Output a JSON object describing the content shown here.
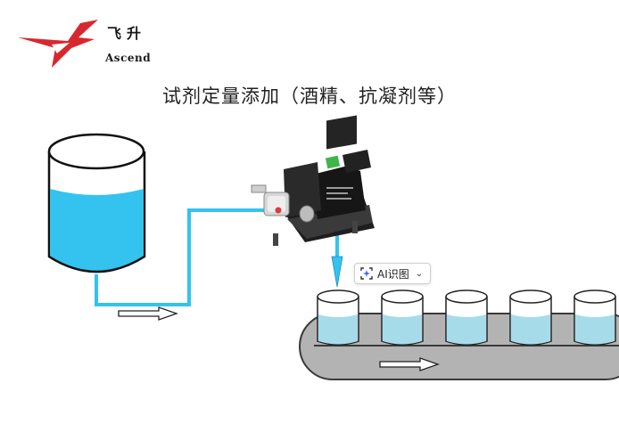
{
  "logo": {
    "chinese": "飞升",
    "english": "Ascend"
  },
  "title": "试剂定量添加（酒精、抗凝剂等）",
  "ai_chip": {
    "label": "AI识图",
    "caret": "⌄"
  },
  "colors": {
    "liquid": "#33c3ee",
    "tube": "#33c3ee",
    "conveyor": "#b3b3b3",
    "cup_liquid": "#a6dcea",
    "logo_red": "#d8282f"
  },
  "cups": 5
}
